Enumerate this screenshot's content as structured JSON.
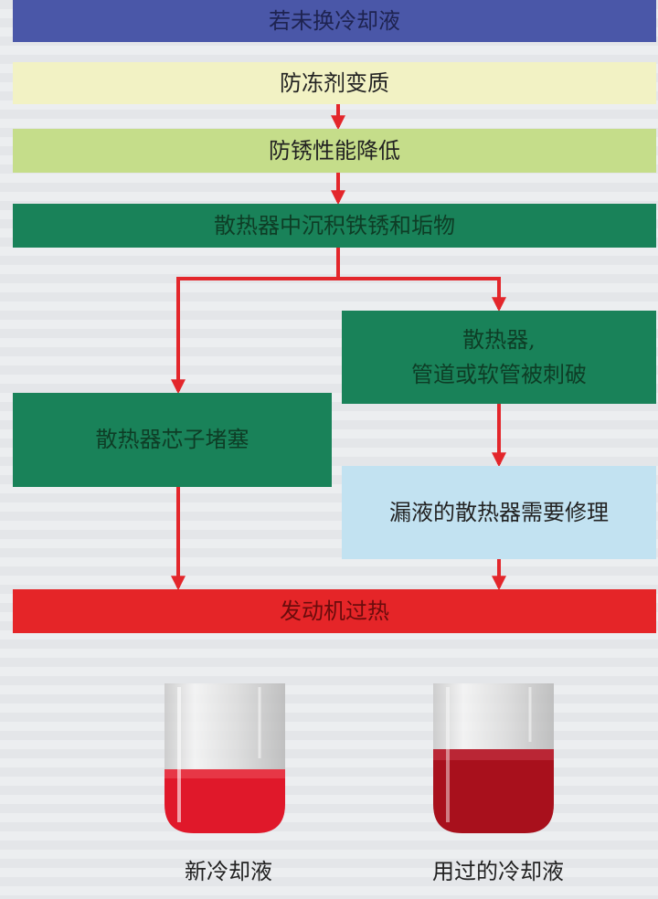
{
  "flow": {
    "step1": "若未换冷却液",
    "step2": "防冻剂变质",
    "step3": "防锈性能降低",
    "step4": "散热器中沉积铁锈和垢物",
    "step5_line1": "散热器,",
    "step5_line2": "管道或软管被刺破",
    "step6": "散热器芯子堵塞",
    "step7": "漏液的散热器需要修理",
    "step8": "发动机过热"
  },
  "photos": {
    "new_caption": "新冷却液",
    "used_caption": "用过的冷却液"
  },
  "colors": {
    "arrow": "#e3262b",
    "title_bar": "#4a57a8",
    "green": "#198259",
    "red": "#e52528",
    "new_coolant": "#e0182a",
    "used_coolant": "#a8101c"
  }
}
